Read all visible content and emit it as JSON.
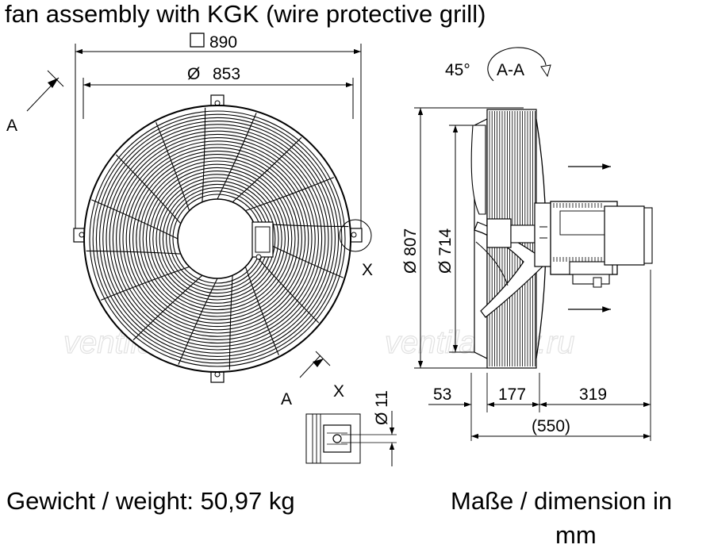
{
  "title": "fan assembly with KGK (wire protective grill)",
  "weight_label": "Gewicht / weight: 50,97 kg",
  "dimension_label_line1": "Maße / dimension in",
  "dimension_label_line2": "mm",
  "watermarks": [
    "ventilatorry.ru",
    "ventilatorry.ru"
  ],
  "front_view": {
    "dim_square": "890",
    "dim_square_symbol": "□",
    "dim_diameter": "853",
    "diameter_symbol": "Ø",
    "section_mark_top": "A",
    "section_mark_bottom": "A",
    "detail_mark": "X"
  },
  "side_view": {
    "angle": "45°",
    "section": "A-A",
    "dia_outer": "Ø 807",
    "dia_inner": "Ø 714",
    "len_a": "53",
    "len_b": "177",
    "len_c": "319",
    "len_total": "(550)"
  },
  "detail_view": {
    "label": "X",
    "hole_dia": "Ø 11"
  }
}
